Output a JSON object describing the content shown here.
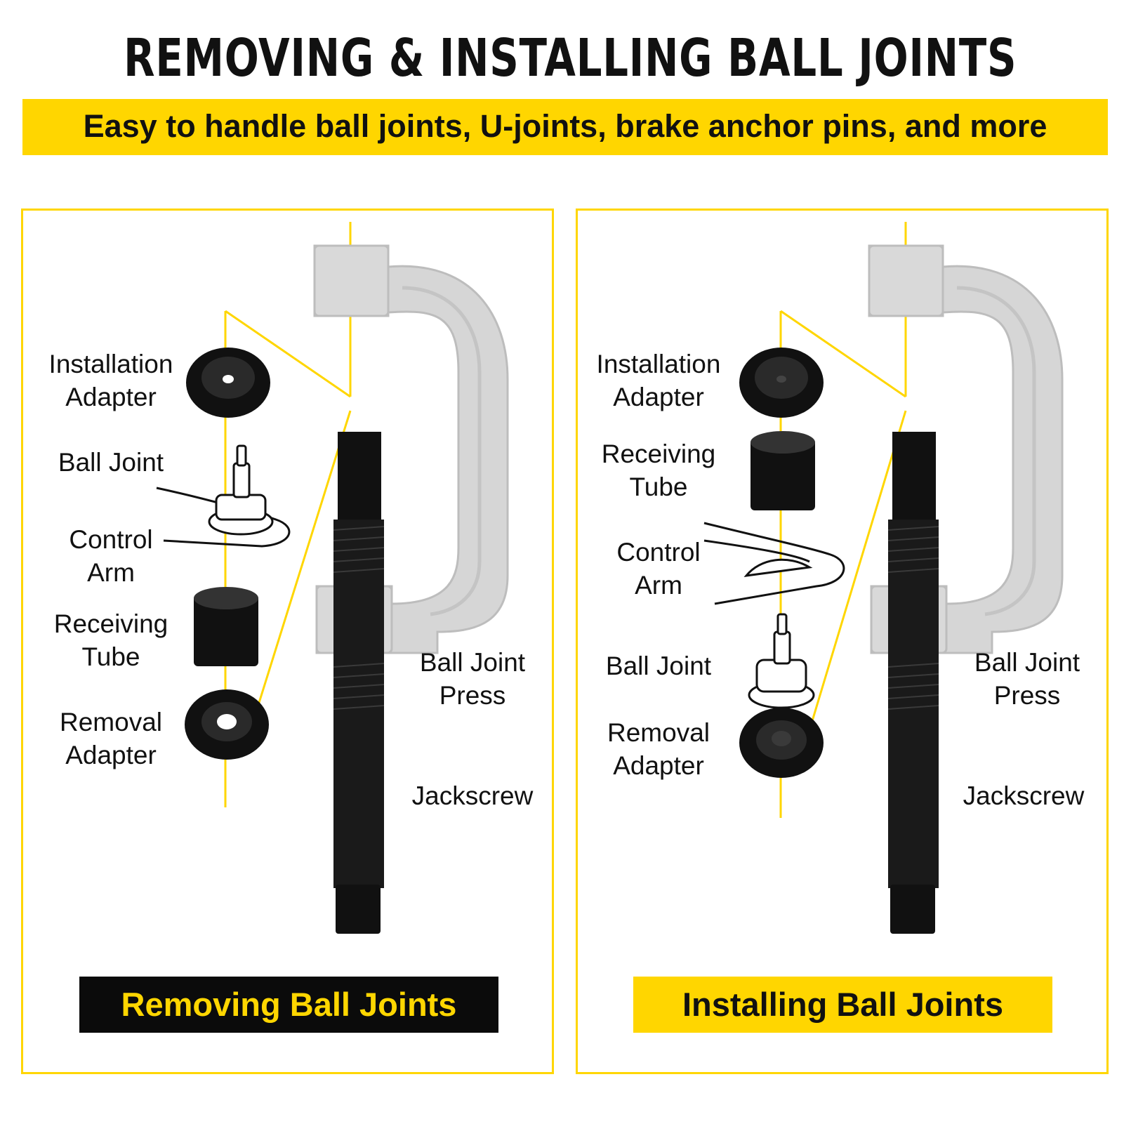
{
  "header": {
    "title": "REMOVING & INSTALLING BALL JOINTS",
    "subtitle": "Easy to handle ball joints, U-joints, brake anchor pins, and more"
  },
  "colors": {
    "accent": "#FFD600",
    "dark": "#0b0b0b",
    "press": "#d6d6d6"
  },
  "left_panel": {
    "labels": {
      "installation_adapter": "Installation\nAdapter",
      "ball_joint": "Ball Joint",
      "control_arm": "Control\nArm",
      "receiving_tube": "Receiving\nTube",
      "removal_adapter": "Removal\nAdapter",
      "ball_joint_press": "Ball Joint\nPress",
      "jackscrew": "Jackscrew"
    },
    "button_label": "Removing Ball Joints"
  },
  "right_panel": {
    "labels": {
      "installation_adapter": "Installation\nAdapter",
      "receiving_tube": "Receiving\nTube",
      "control_arm": "Control\nArm",
      "ball_joint": "Ball Joint",
      "removal_adapter": "Removal\nAdapter",
      "ball_joint_press": "Ball Joint\nPress",
      "jackscrew": "Jackscrew"
    },
    "button_label": "Installing Ball Joints"
  }
}
